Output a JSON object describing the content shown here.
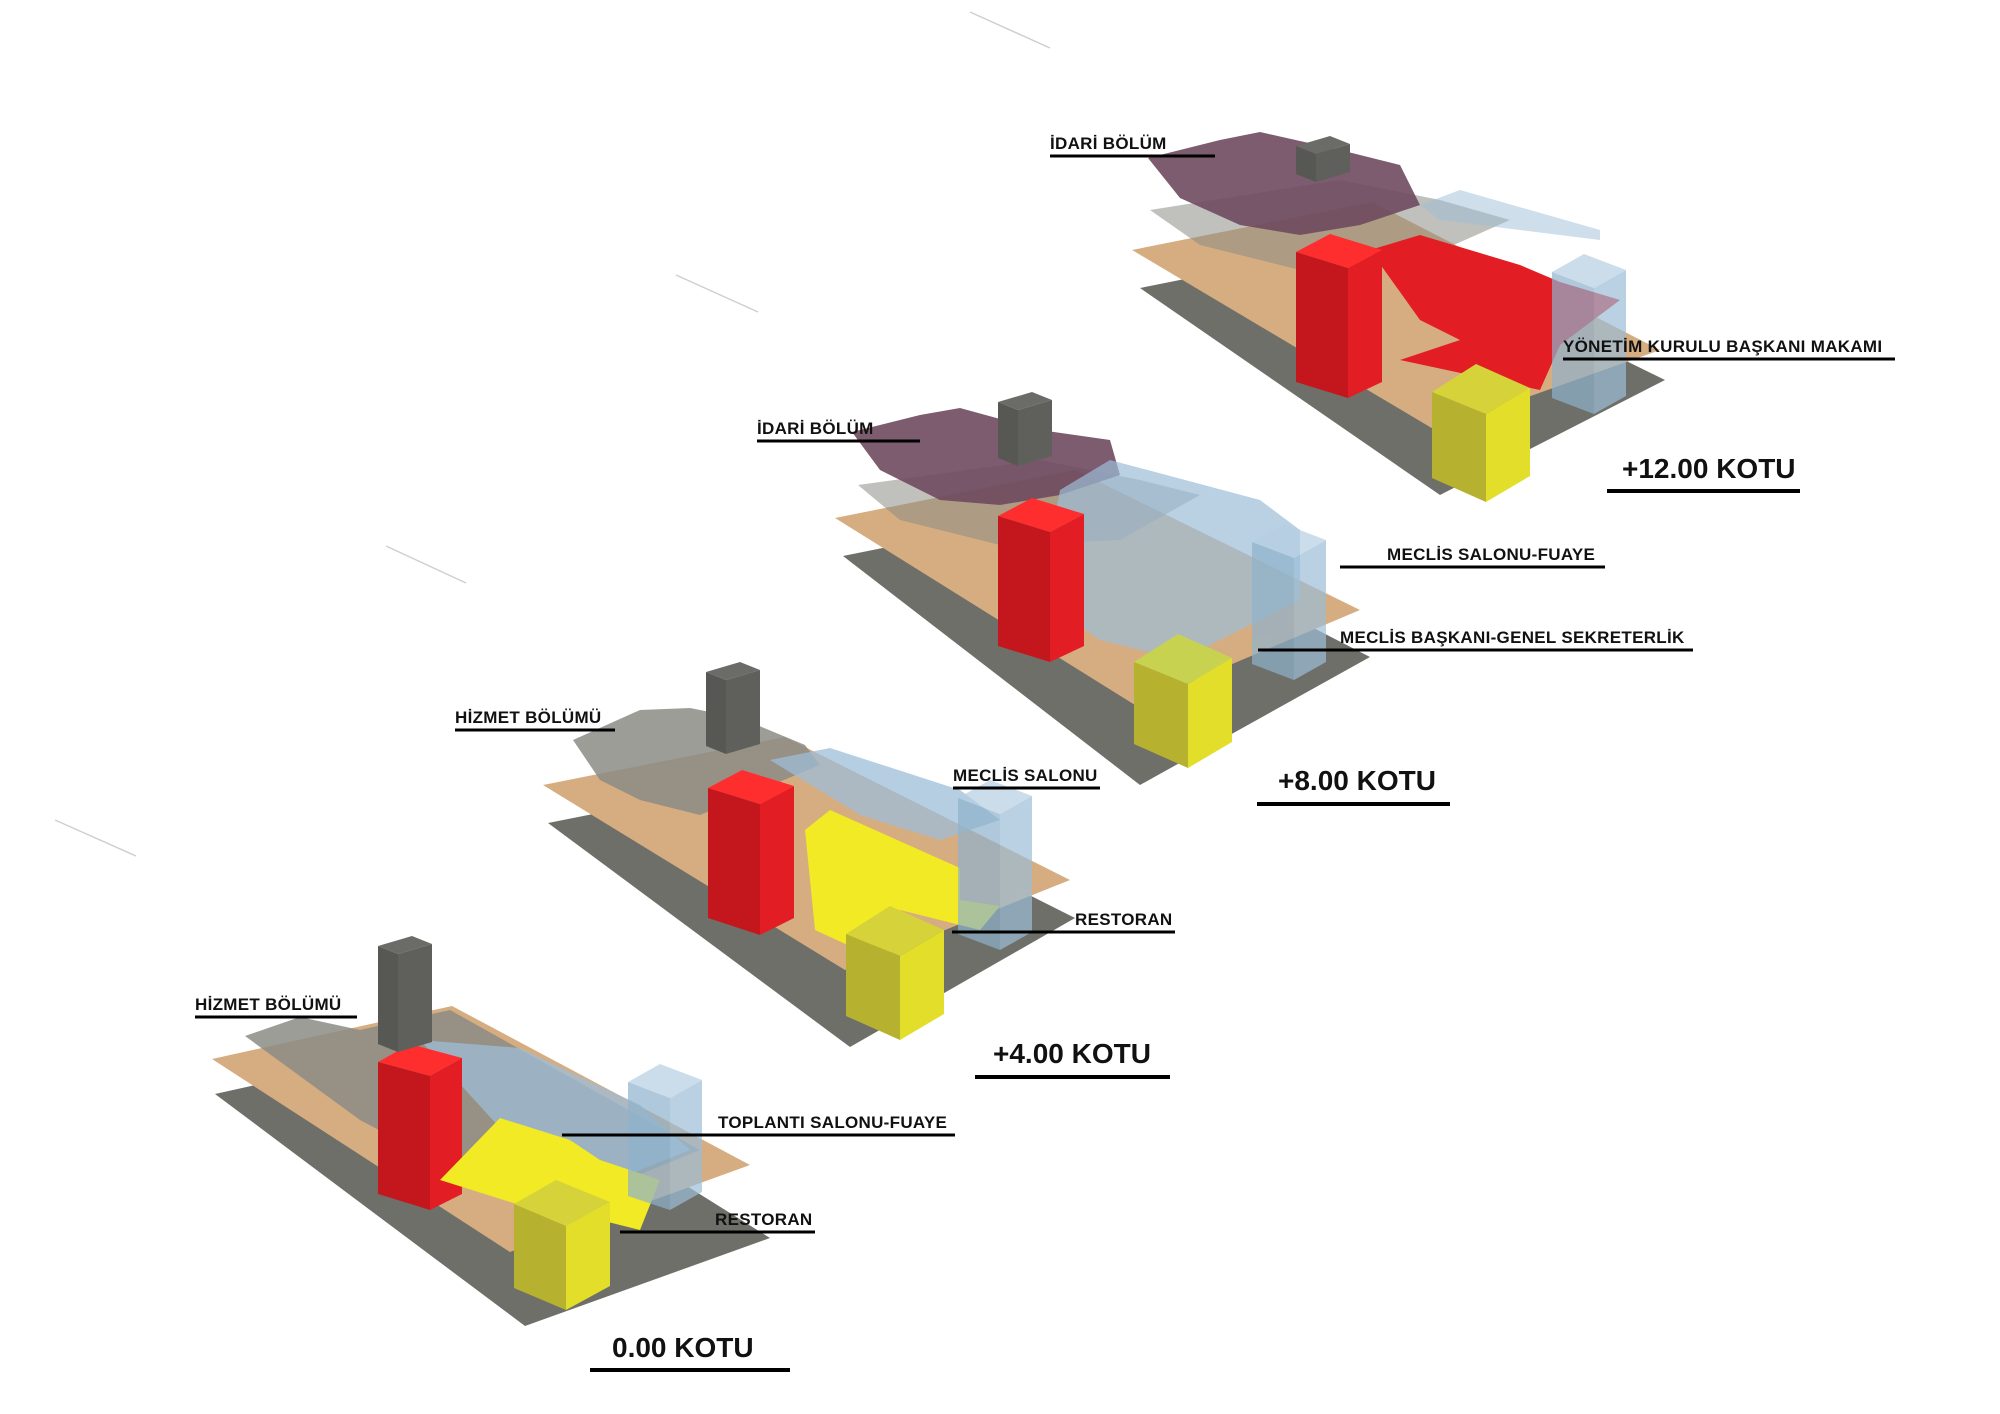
{
  "colors": {
    "shadow": "#6f6f6a",
    "base": "#d6ad80",
    "grey_slab": "#8c8c86",
    "admin_purple": "#6e4a5e",
    "service_tower": "#5f605c",
    "red_core": "#e31d24",
    "yellow": "#f1ea25",
    "yellow_box": "#b6b230",
    "glass_blue": "#9dbed8"
  },
  "levels": {
    "l0": {
      "title": "0.00 KOTU",
      "labels": {
        "service": "HİZMET BÖLÜMÜ",
        "meeting": "TOPLANTI SALONU-FUAYE",
        "restaurant": "RESTORAN"
      }
    },
    "l4": {
      "title": "+4.00 KOTU",
      "labels": {
        "service": "HİZMET BÖLÜMÜ",
        "council": "MECLİS SALONU",
        "restaurant": "RESTORAN"
      }
    },
    "l8": {
      "title": "+8.00 KOTU",
      "labels": {
        "admin": "İDARİ BÖLÜM",
        "foyer": "MECLİS SALONU-FUAYE",
        "secretariat": "MECLİS BAŞKANI-GENEL SEKRETERLİK"
      }
    },
    "l12": {
      "title": "+12.00 KOTU",
      "labels": {
        "admin": "İDARİ BÖLÜM",
        "chairman": "YÖNETİM KURULU BAŞKANI MAKAMI"
      }
    }
  }
}
